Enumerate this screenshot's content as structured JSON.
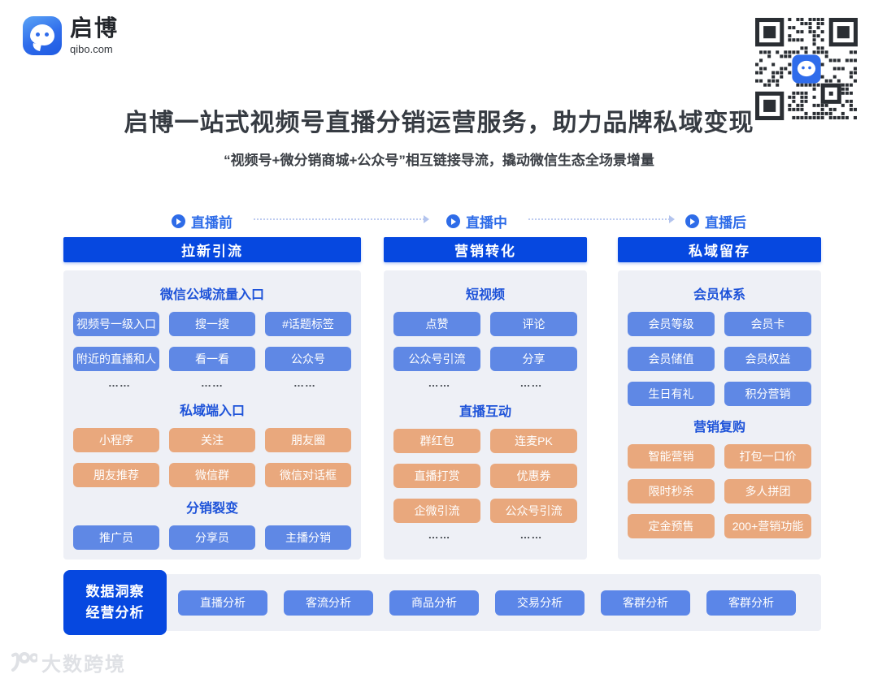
{
  "brand": {
    "name": "启博",
    "domain": "qibo.com"
  },
  "header": {
    "title": "启博一站式视频号直播分销运营服务，助力品牌私域变现",
    "subtitle": "“视频号+微分销商城+公众号”相互链接导流，撬动微信生态全场景增量"
  },
  "phases": [
    {
      "label": "直播前"
    },
    {
      "label": "直播中"
    },
    {
      "label": "直播后"
    }
  ],
  "columns": [
    {
      "header": "拉新引流",
      "sections": [
        {
          "title": "微信公域流量入口",
          "style": "blue",
          "items": [
            "视频号一级入口",
            "搜一搜",
            "#话题标签",
            "附近的直播和人",
            "看一看",
            "公众号"
          ],
          "dots": 3
        },
        {
          "title": "私域端入口",
          "style": "orange",
          "items": [
            "小程序",
            "关注",
            "朋友圈",
            "朋友推荐",
            "微信群",
            "微信对话框"
          ],
          "dots": 0
        },
        {
          "title": "分销裂变",
          "style": "blue",
          "items": [
            "推广员",
            "分享员",
            "主播分销"
          ],
          "dots": 0
        }
      ]
    },
    {
      "header": "营销转化",
      "sections": [
        {
          "title": "短视频",
          "style": "blue",
          "items": [
            "点赞",
            "评论",
            "公众号引流",
            "分享"
          ],
          "dots": 2
        },
        {
          "title": "直播互动",
          "style": "orange",
          "items": [
            "群红包",
            "连麦PK",
            "直播打赏",
            "优惠券",
            "企微引流",
            "公众号引流"
          ],
          "dots": 2
        }
      ]
    },
    {
      "header": "私域留存",
      "sections": [
        {
          "title": "会员体系",
          "style": "blue",
          "items": [
            "会员等级",
            "会员卡",
            "会员储值",
            "会员权益",
            "生日有礼",
            "积分营销"
          ],
          "dots": 0
        },
        {
          "title": "营销复购",
          "style": "orange",
          "items": [
            "智能营销",
            "打包一口价",
            "限时秒杀",
            "多人拼团",
            "定金预售",
            "200+营销功能"
          ],
          "dots": 0
        }
      ]
    }
  ],
  "bottom": {
    "line1": "数据洞察",
    "line2": "经营分析",
    "buttons": [
      "直播分析",
      "客流分析",
      "商品分析",
      "交易分析",
      "客群分析",
      "客群分析"
    ]
  },
  "watermark": "大数跨境",
  "ui": {
    "dots": "……"
  },
  "colors": {
    "accent_blue": "#0648E0",
    "chip_blue": "#5F88E5",
    "chip_orange": "#E9A87D",
    "panel_bg": "#EEF0F6",
    "phase_blue": "#2E6CE8",
    "qr_dark": "#2A2E33"
  }
}
